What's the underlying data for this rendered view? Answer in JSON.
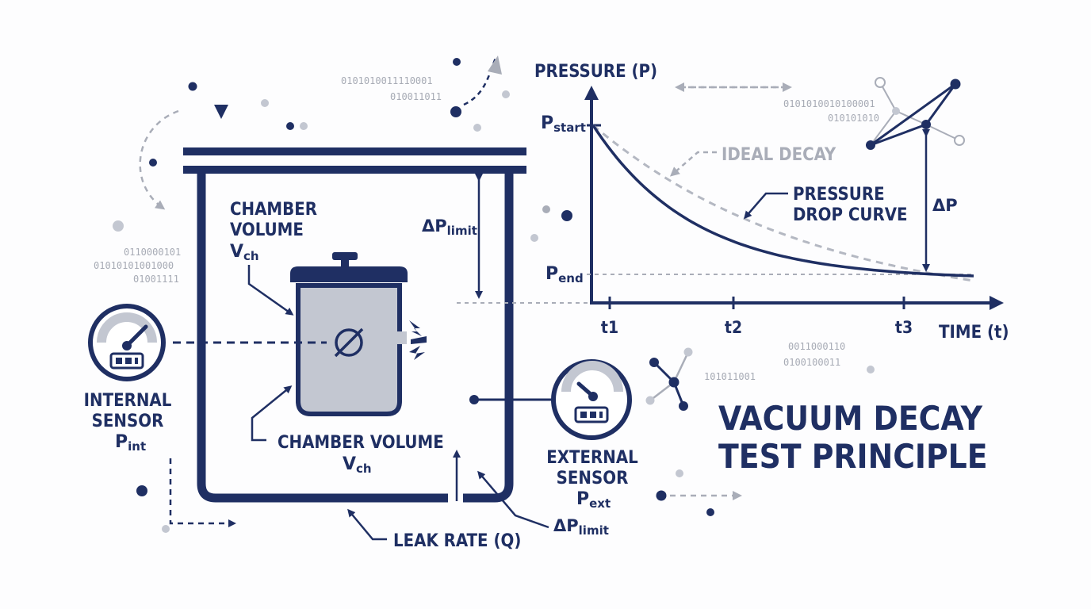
{
  "colors": {
    "navy": "#1f2f63",
    "grey": "#a9adb8",
    "chamber_fill": "#c3c7d1",
    "background": "#fdfdfe"
  },
  "title": {
    "line1": "VACUUM DECAY",
    "line2": "TEST PRINCIPLE"
  },
  "chamber": {
    "label_top": {
      "line1": "CHAMBER",
      "line2": "VOLUME",
      "var": "V",
      "sub": "ch"
    },
    "label_bottom": {
      "line1": "CHAMBER VOLUME",
      "var": "V",
      "sub": "ch"
    },
    "delta_limit_top": {
      "main": "ΔP",
      "sub": "limit"
    },
    "delta_limit_bottom": {
      "main": "ΔP",
      "sub": "limit"
    },
    "leak_rate": "LEAK RATE (Q)"
  },
  "sensors": {
    "internal": {
      "line1": "INTERNAL",
      "line2": "SENSOR",
      "var": "P",
      "sub": "int"
    },
    "external": {
      "line1": "EXTERNAL",
      "line2": "SENSOR",
      "var": "P",
      "sub": "ext"
    }
  },
  "chart": {
    "y_axis_label": "PRESSURE (P)",
    "x_axis_label": "TIME (t)",
    "p_start": {
      "main": "P",
      "sub": "start"
    },
    "p_end": {
      "main": "P",
      "sub": "end"
    },
    "ticks": [
      "t1",
      "t2",
      "t3"
    ],
    "ideal_label": "IDEAL DECAY",
    "curve_label": {
      "line1": "PRESSURE",
      "line2": "DROP CURVE"
    },
    "delta_p": "ΔP"
  },
  "chart_data": {
    "type": "line",
    "title": "",
    "xlabel": "TIME (t)",
    "ylabel": "PRESSURE (P)",
    "x_ticks": [
      "t1",
      "t2",
      "t3"
    ],
    "y_ticks": [
      "Pstart",
      "Pend"
    ],
    "series": [
      {
        "name": "PRESSURE DROP CURVE",
        "style": "solid",
        "k": 3.8
      },
      {
        "name": "IDEAL DECAY",
        "style": "dashed",
        "k": 1.7
      }
    ]
  },
  "binary": [
    "0101010011110001",
    "010011011",
    "0110000101",
    "01010101001000",
    "01001111",
    "0101010010100001",
    "010101010",
    "0011000110",
    "0100100011",
    "101011001"
  ],
  "icons": [
    "gauge-icon",
    "valve-icon",
    "leak-spark-icon",
    "network-icon"
  ]
}
